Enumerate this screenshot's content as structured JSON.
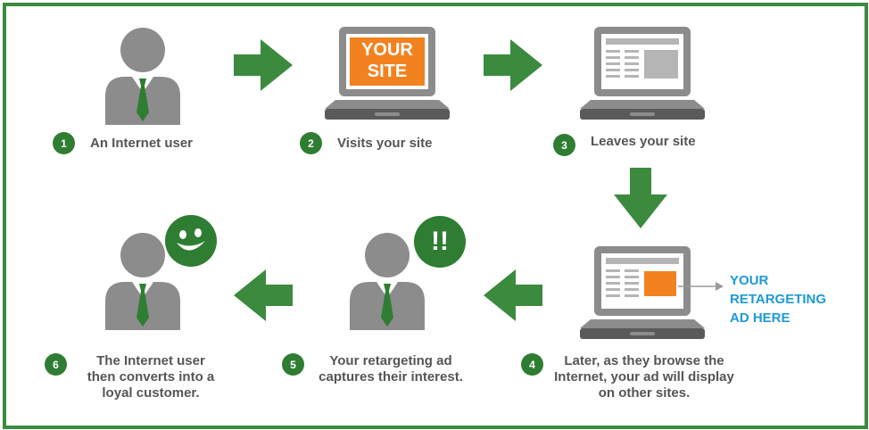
{
  "colors": {
    "green": "#3b8a3e",
    "dark_green": "#2f7d32",
    "gray": "#8c8c8c",
    "dark_gray": "#5a5a5a",
    "orange": "#f28220",
    "blue": "#1d9ad6"
  },
  "steps": [
    {
      "number": "1",
      "label": "An Internet user",
      "icon": "person-icon"
    },
    {
      "number": "2",
      "label": "Visits your site",
      "icon": "laptop-icon"
    },
    {
      "number": "3",
      "label": "Leaves your site",
      "icon": "laptop-icon"
    },
    {
      "number": "4",
      "label_lines": [
        "Later, as they browse the",
        "Internet, your ad will display",
        "on other sites."
      ],
      "icon": "laptop-icon"
    },
    {
      "number": "5",
      "label_lines": [
        "Your retargeting ad",
        "captures their interest."
      ],
      "icon": "person-icon"
    },
    {
      "number": "6",
      "label_lines": [
        "The Internet user",
        "then converts into a",
        "loyal customer."
      ],
      "icon": "person-icon"
    }
  ],
  "site_screen": {
    "line1": "YOUR",
    "line2": "SITE"
  },
  "ad_label": {
    "lines": [
      "YOUR",
      "RETARGETING",
      "AD HERE"
    ]
  },
  "badges": {
    "interest": "!!",
    "smile_icon": "smiley-icon"
  }
}
